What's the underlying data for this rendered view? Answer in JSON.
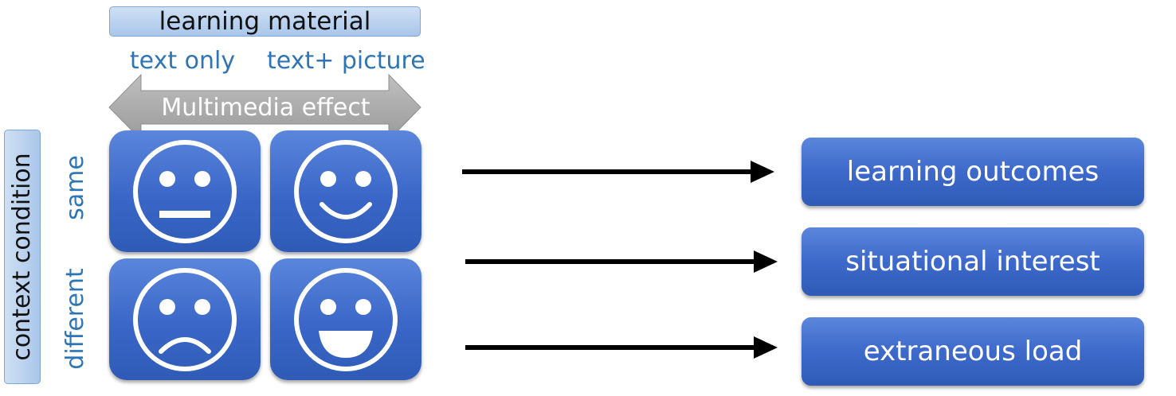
{
  "header": {
    "learning_material": "learning material"
  },
  "columns": {
    "text_only": "text only",
    "text_picture": "text+ picture"
  },
  "effect": {
    "label": "Multimedia effect"
  },
  "rows": {
    "context_condition": "context condition",
    "same": "same",
    "different": "different"
  },
  "faces": [
    {
      "icon": "neutral-face-icon"
    },
    {
      "icon": "smile-face-icon"
    },
    {
      "icon": "sad-face-icon"
    },
    {
      "icon": "grin-face-icon"
    }
  ],
  "outcomes": [
    {
      "label": "learning outcomes"
    },
    {
      "label": "situational interest"
    },
    {
      "label": "extraneous load"
    }
  ],
  "colors": {
    "tile_blue": "#3a66c8",
    "label_blue": "#2e75b6",
    "header_blue": "#a9c6ea",
    "effect_gray": "#a6a6a6"
  }
}
